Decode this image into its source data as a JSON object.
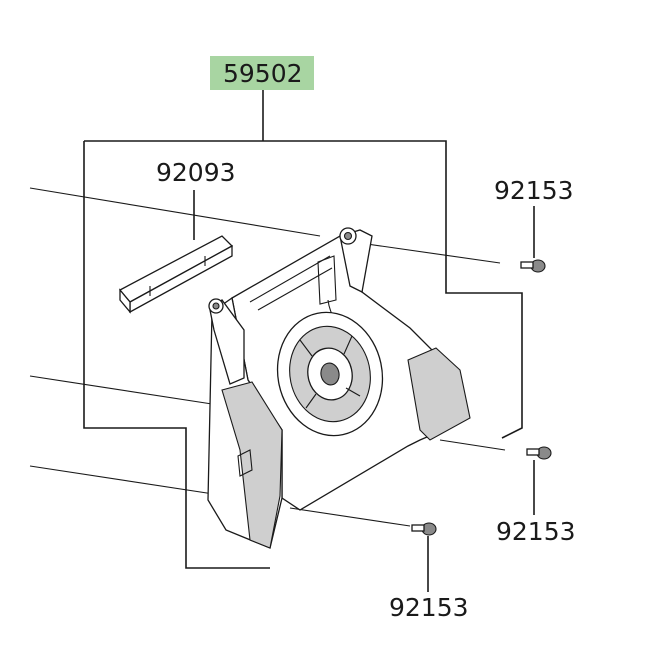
{
  "diagram": {
    "labels": {
      "assembly": "59502",
      "clip": "92093",
      "screw_top": "92153",
      "screw_right": "92153",
      "screw_bottom": "92153"
    },
    "colors": {
      "highlight": "#a8d5a2",
      "line": "#1a1a1a",
      "background": "#ffffff"
    }
  }
}
